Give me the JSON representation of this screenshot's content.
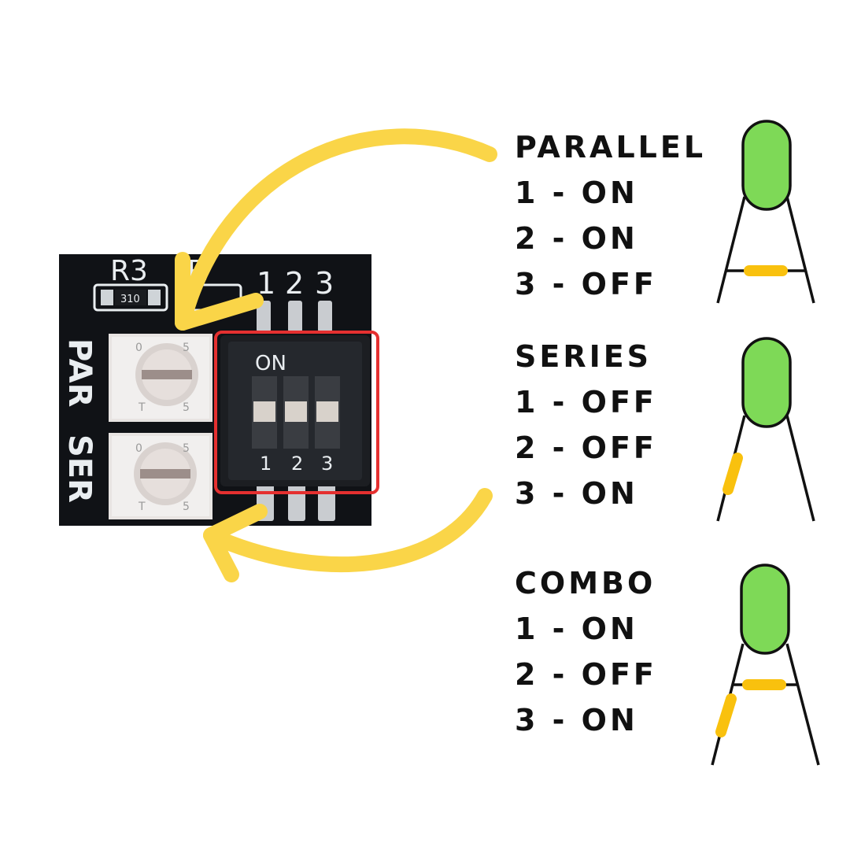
{
  "board": {
    "resistor_labels": [
      "R3",
      "R"
    ],
    "smd_code": "310",
    "pin_labels_top": [
      "1",
      "2",
      "3"
    ],
    "side_labels": [
      "PAR",
      "SER"
    ],
    "pot_marks": [
      "0",
      "5",
      "T",
      "5"
    ],
    "dip_switch": {
      "on_label": "ON",
      "switch_numbers": [
        "1",
        "2",
        "3"
      ]
    }
  },
  "modes": [
    {
      "title": "PARALLEL",
      "lines": [
        "1 - ON",
        "2 - ON",
        "3 - OFF"
      ]
    },
    {
      "title": "SERIES",
      "lines": [
        "1 - OFF",
        "2 - OFF",
        "3 - ON"
      ]
    },
    {
      "title": "COMBO",
      "lines": [
        "1 - ON",
        "2 - OFF",
        "3 - ON"
      ]
    }
  ],
  "colors": {
    "arrow": "#fad548",
    "highlight_box": "#e53030",
    "led_body": "#7ed957",
    "resistor": "#f9c10e",
    "pcb": "#101216"
  }
}
